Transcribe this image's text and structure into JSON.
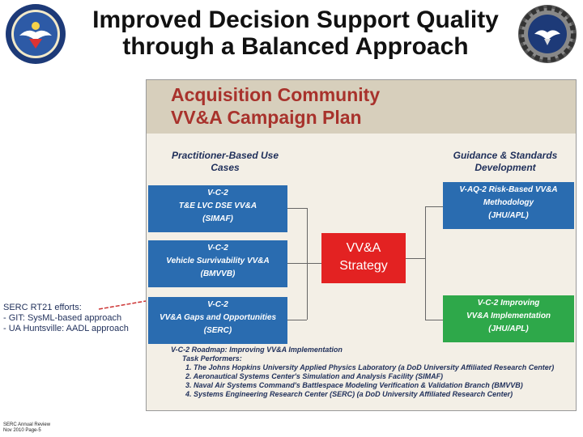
{
  "title_line1": "Improved Decision Support Quality",
  "title_line2": "through a Balanced Approach",
  "panel": {
    "title_line1": "Acquisition Community",
    "title_line2": "VV&A Campaign Plan",
    "left_heading_line1": "Practitioner-Based Use",
    "left_heading_line2": "Cases",
    "right_heading_line1": "Guidance & Standards",
    "right_heading_line2": "Development",
    "left_boxes": [
      {
        "line1": "V-C-2",
        "line2": "T&E LVC DSE VV&A",
        "line3": "(SIMAF)"
      },
      {
        "line1": "V-C-2",
        "line2": "Vehicle Survivability VV&A",
        "line3": "(BMVVB)"
      },
      {
        "line1": "V-C-2",
        "line2": "VV&A Gaps and Opportunities",
        "line3": "(SERC)"
      }
    ],
    "right_boxes": [
      {
        "line1": "V-AQ-2 Risk-Based VV&A",
        "line2": "Methodology",
        "line3": "(JHU/APL)"
      },
      {
        "line1": "V-C-2 Improving",
        "line2": "VV&A Implementation",
        "line3": "(JHU/APL)"
      }
    ],
    "strategy_line1": "VV&A",
    "strategy_line2": "Strategy",
    "roadmap_title": "V-C-2 Roadmap: Improving VV&A Implementation",
    "performers_label": "Task Performers:",
    "performers": [
      "1. The Johns Hopkins University Applied Physics Laboratory (a DoD University Affiliated Research Center)",
      "2. Aeronautical Systems Center's Simulation and Analysis Facility (SIMAF)",
      "3. Naval Air Systems Command's Battlespace Modeling Verification & Validation Branch (BMVVB)",
      "4. Systems Engineering Research Center (SERC) (a DoD University Affiliated Research Center)"
    ]
  },
  "serc_note": {
    "line1": "SERC RT21 efforts:",
    "line2": "- GIT: SysML-based approach",
    "line3": "- UA Huntsville: AADL approach"
  },
  "footer": {
    "line1": "SERC Annual Review",
    "line2": "Nov 2010 Page-5"
  },
  "colors": {
    "blue_box": "#2a6cb0",
    "green_box": "#2ea84a",
    "strategy": "#e32222",
    "panel_title": "#a8322c"
  },
  "icons": {
    "left_seal": "department-of-defense-seal-icon",
    "right_seal": "serc-gear-eagle-logo-icon"
  }
}
